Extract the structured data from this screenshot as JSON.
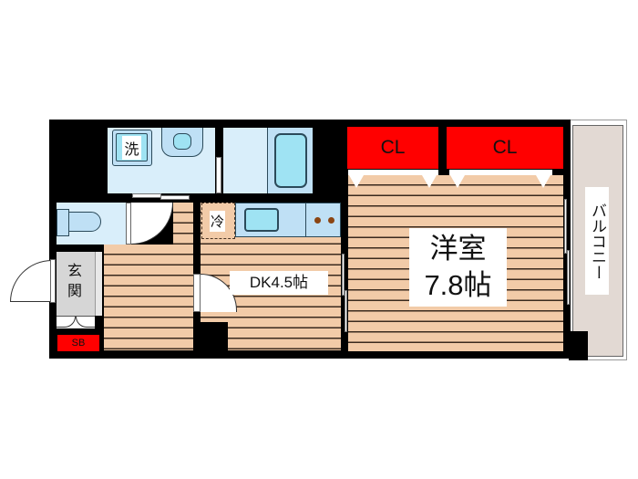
{
  "floorplan": {
    "rooms": {
      "western_room": {
        "name": "洋室",
        "size": "7.8帖"
      },
      "dk": {
        "label": "DK4.5帖"
      },
      "entrance": {
        "label_line1": "玄",
        "label_line2": "関"
      },
      "balcony": {
        "label": "バルコニー"
      }
    },
    "closets": [
      {
        "label": "CL"
      },
      {
        "label": "CL"
      }
    ],
    "shoe_box": {
      "label": "SB"
    },
    "fixtures": {
      "washer": {
        "label": "洗"
      },
      "fridge": {
        "label": "冷"
      }
    },
    "colors": {
      "wall": "#000000",
      "floor": "#f2cba8",
      "wet_area": "#d9eefa",
      "closet": "#ff0000",
      "balcony": "#e2d9d3",
      "entrance": "#d6d6d6"
    }
  }
}
